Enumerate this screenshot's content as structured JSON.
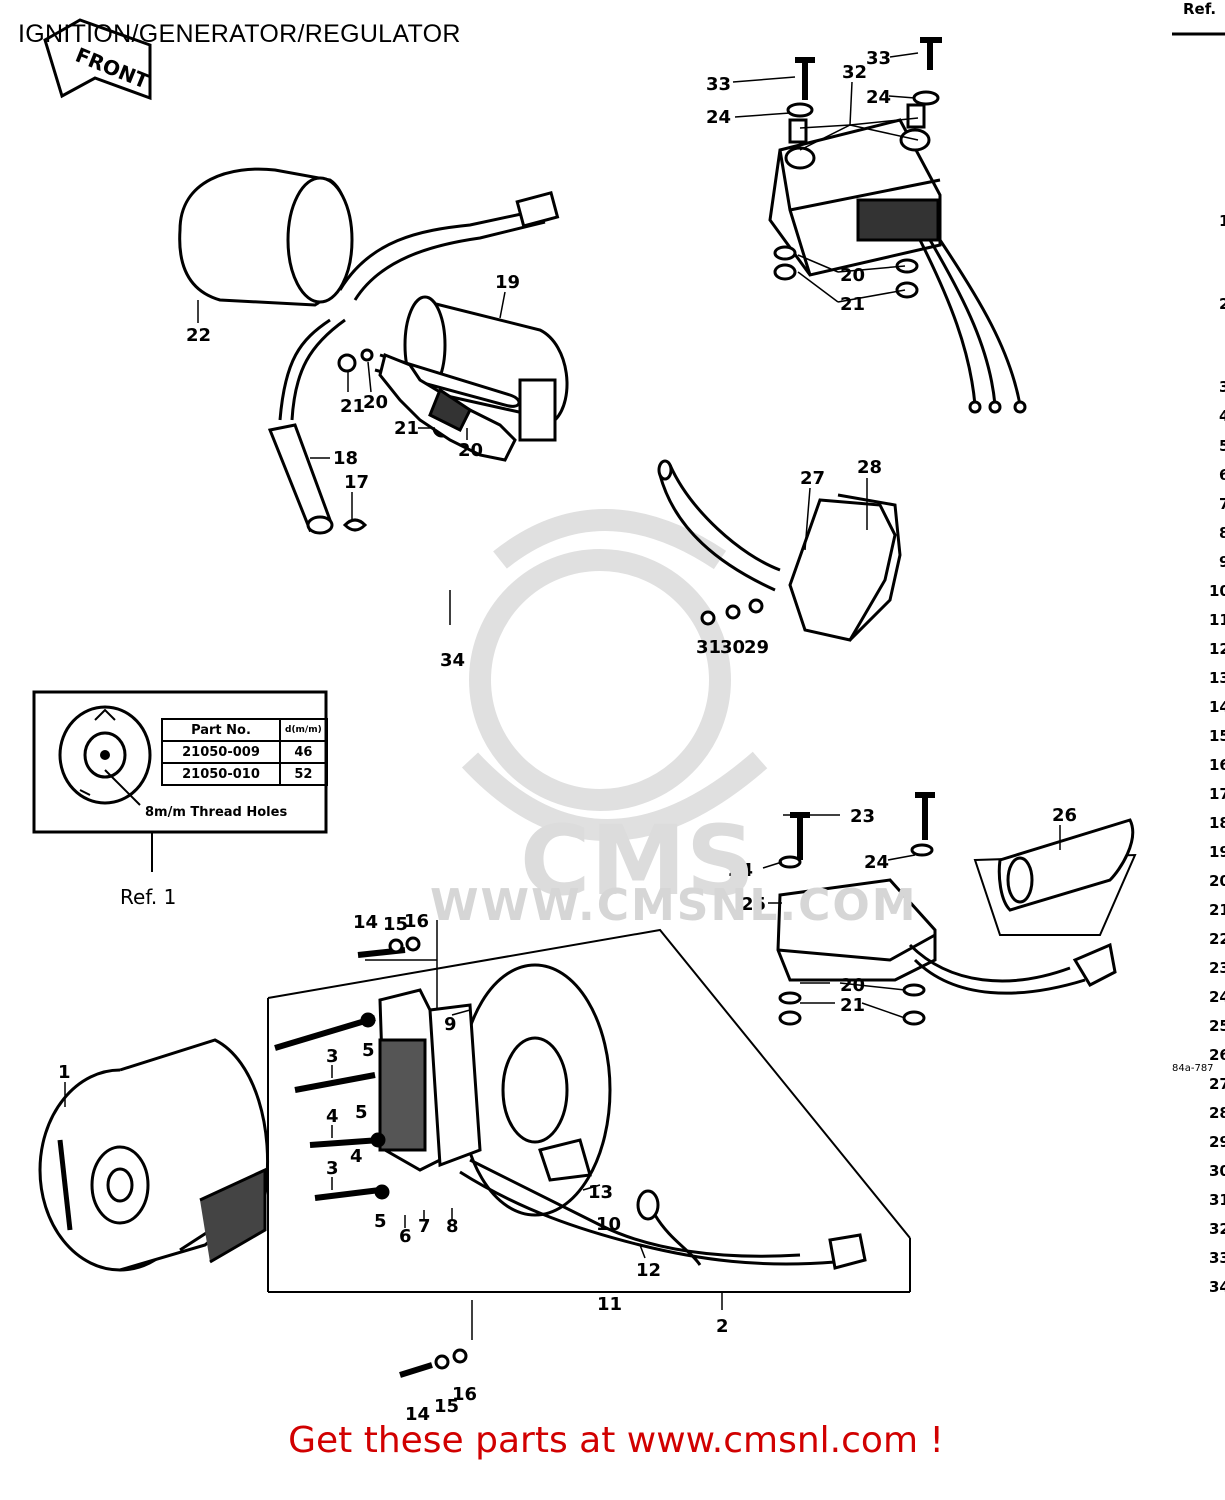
{
  "title": "IGNITION/GENERATOR/REGULATOR",
  "header_ref": "Ref.",
  "front_arrow": "FRONT",
  "footer": "Get these parts at www.cmsnl.com !",
  "drawing_code": "84a-787",
  "watermark": {
    "logo": "CMS",
    "url": "WWW.CMSNL.COM"
  },
  "inset": {
    "ref_label": "Ref. 1",
    "table_header": {
      "part": "Part No.",
      "d": "d(m/m)"
    },
    "rows": [
      {
        "part": "21050-009",
        "d": "46"
      },
      {
        "part": "21050-010",
        "d": "52"
      }
    ],
    "note": "8m/m Thread Holes"
  },
  "index_column": [
    "1",
    "2",
    "3",
    "4",
    "5",
    "6",
    "7",
    "8",
    "9",
    "10",
    "11",
    "12",
    "13",
    "14",
    "15",
    "16",
    "17",
    "18",
    "19",
    "20",
    "21",
    "22",
    "23",
    "24",
    "25",
    "26",
    "27",
    "28",
    "29",
    "30",
    "31",
    "32",
    "33",
    "34"
  ],
  "callouts": {
    "c33a": "33",
    "c33b": "33",
    "c32": "32",
    "c24a": "24",
    "c24b": "24",
    "c20a": "20",
    "c21a": "21",
    "c22": "22",
    "c19": "19",
    "c21b": "21",
    "c20b": "20",
    "c21c": "21",
    "c20c": "20",
    "c18": "18",
    "c17": "17",
    "c34": "34",
    "c27": "27",
    "c28": "28",
    "c31": "31",
    "c30": "30",
    "c29": "29",
    "c23": "23",
    "c26": "26",
    "c24c": "24",
    "c24d": "24",
    "c25": "25",
    "c20d": "20",
    "c21d": "21",
    "c14a": "14",
    "c15a": "15",
    "c16a": "16",
    "c1": "1",
    "c9": "9",
    "c3a": "3",
    "c5a": "5",
    "c4a": "4",
    "c5b": "5",
    "c4b": "4",
    "c3b": "3",
    "c5c": "5",
    "c6": "6",
    "c7": "7",
    "c8": "8",
    "c13": "13",
    "c10": "10",
    "c12": "12",
    "c11": "11",
    "c2": "2",
    "c14b": "14",
    "c15b": "15",
    "c16b": "16"
  }
}
